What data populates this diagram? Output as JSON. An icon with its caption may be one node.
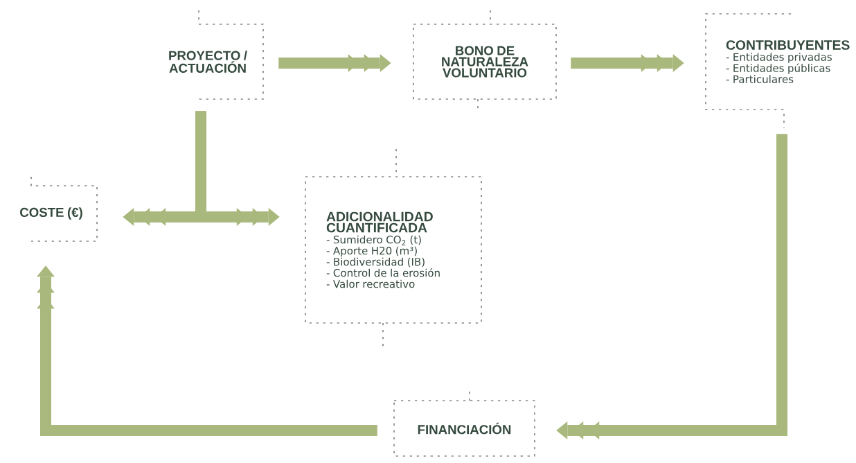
{
  "diagram": {
    "nodes": [
      {
        "text": [
          "PROYECTO / ACTUACIÓN"
        ]
      },
      {
        "text": [
          "BONO DE NATURALEZA VOLUNTARIO"
        ]
      },
      {
        "text": [
          "CONTRIBUYENTES",
          "- Entidades privadas",
          "- Entidades públicas",
          "- Particulares"
        ]
      },
      {
        "text": [
          "COSTE (€)"
        ]
      },
      {
        "text": [
          "ADICIONALIDAD CUANTIFICADA",
          "- Sumidero CO$_{2}$ (t)",
          "- Aporte H20 (m³)",
          "- Biodiversidad (IB)",
          "- Control de la erosión",
          "- Valor recreativo"
        ]
      },
      {
        "text": [
          "FINANCIACIÓN"
        ]
      }
    ],
    "edges": [
      {
        "from": 0,
        "to": 1,
        "arrow": "to"
      },
      {
        "from": 1,
        "to": 2,
        "arrow": "to"
      },
      {
        "from": 0,
        "to": 3,
        "arrow": "to"
      },
      {
        "from": 0,
        "to": 4,
        "arrow": "to"
      },
      {
        "from": 2,
        "to": 5,
        "arrow": "to"
      },
      {
        "from": 5,
        "to": 3,
        "arrow": "to"
      }
    ]
  }
}
